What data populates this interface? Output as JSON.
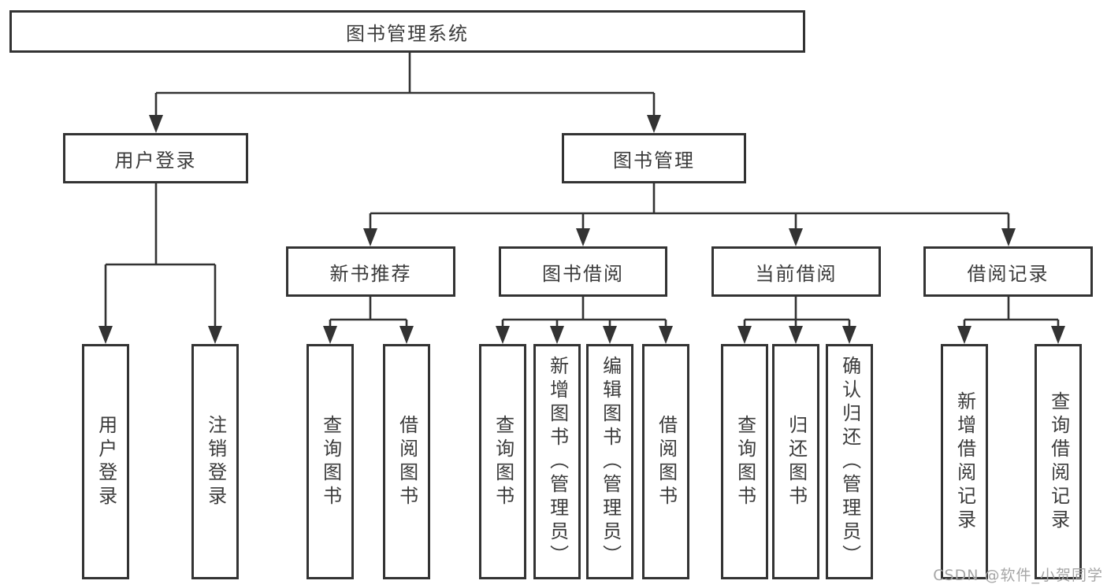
{
  "title": "图书管理系统",
  "tree": {
    "label": "图书管理系统",
    "children": [
      {
        "label": "用户登录",
        "children": [
          {
            "label": "用户登录"
          },
          {
            "label": "注销登录"
          }
        ]
      },
      {
        "label": "图书管理",
        "children": [
          {
            "label": "新书推荐",
            "children": [
              {
                "label": "查询图书"
              },
              {
                "label": "借阅图书"
              }
            ]
          },
          {
            "label": "图书借阅",
            "children": [
              {
                "label": "查询图书"
              },
              {
                "label": "新增图书（管理员）"
              },
              {
                "label": "编辑图书（管理员）"
              },
              {
                "label": "借阅图书"
              }
            ]
          },
          {
            "label": "当前借阅",
            "children": [
              {
                "label": "查询图书"
              },
              {
                "label": "归还图书"
              },
              {
                "label": "确认归还（管理员）"
              }
            ]
          },
          {
            "label": "借阅记录",
            "children": [
              {
                "label": "新增借阅记录"
              },
              {
                "label": "查询借阅记录"
              }
            ]
          }
        ]
      }
    ]
  },
  "watermark": "CSDN @软件_小贺同学",
  "colors": {
    "line": "#333333",
    "box_border": "#333333",
    "text": "#3b3b3b",
    "background": "#ffffff",
    "watermark": "#a6a6a6"
  }
}
